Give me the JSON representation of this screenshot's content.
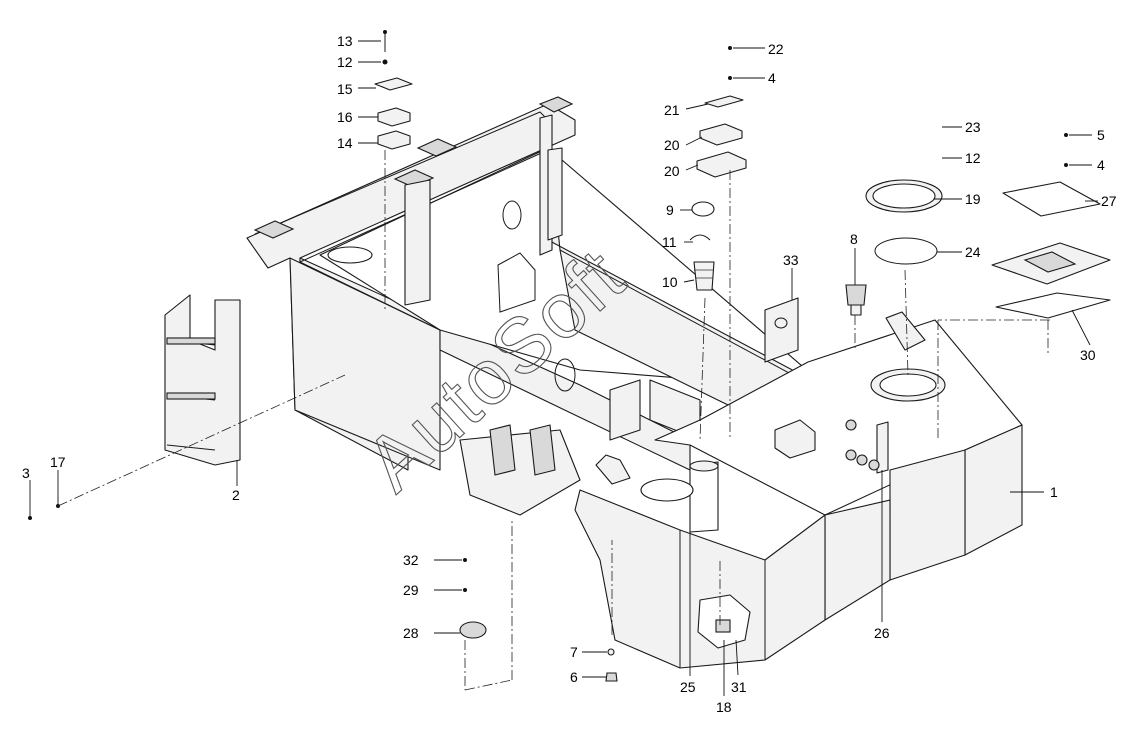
{
  "watermark": "AutoSoft",
  "callouts": [
    {
      "id": "c13",
      "text": "13"
    },
    {
      "id": "c12a",
      "text": "12"
    },
    {
      "id": "c15",
      "text": "15"
    },
    {
      "id": "c16",
      "text": "16"
    },
    {
      "id": "c14",
      "text": "14"
    },
    {
      "id": "c22",
      "text": "22"
    },
    {
      "id": "c4a",
      "text": "4"
    },
    {
      "id": "c21",
      "text": "21"
    },
    {
      "id": "c20a",
      "text": "20"
    },
    {
      "id": "c20b",
      "text": "20"
    },
    {
      "id": "c9",
      "text": "9"
    },
    {
      "id": "c11",
      "text": "11"
    },
    {
      "id": "c10",
      "text": "10"
    },
    {
      "id": "c33",
      "text": "33"
    },
    {
      "id": "c8",
      "text": "8"
    },
    {
      "id": "c23",
      "text": "23"
    },
    {
      "id": "c12b",
      "text": "12"
    },
    {
      "id": "c19",
      "text": "19"
    },
    {
      "id": "c24",
      "text": "24"
    },
    {
      "id": "c5",
      "text": "5"
    },
    {
      "id": "c4b",
      "text": "4"
    },
    {
      "id": "c27",
      "text": "27"
    },
    {
      "id": "c30",
      "text": "30"
    },
    {
      "id": "c1",
      "text": "1"
    },
    {
      "id": "c26",
      "text": "26"
    },
    {
      "id": "c2",
      "text": "2"
    },
    {
      "id": "c3",
      "text": "3"
    },
    {
      "id": "c17",
      "text": "17"
    },
    {
      "id": "c32",
      "text": "32"
    },
    {
      "id": "c29",
      "text": "29"
    },
    {
      "id": "c28",
      "text": "28"
    },
    {
      "id": "c7",
      "text": "7"
    },
    {
      "id": "c6",
      "text": "6"
    },
    {
      "id": "c25",
      "text": "25"
    },
    {
      "id": "c31",
      "text": "31"
    },
    {
      "id": "c18",
      "text": "18"
    }
  ]
}
